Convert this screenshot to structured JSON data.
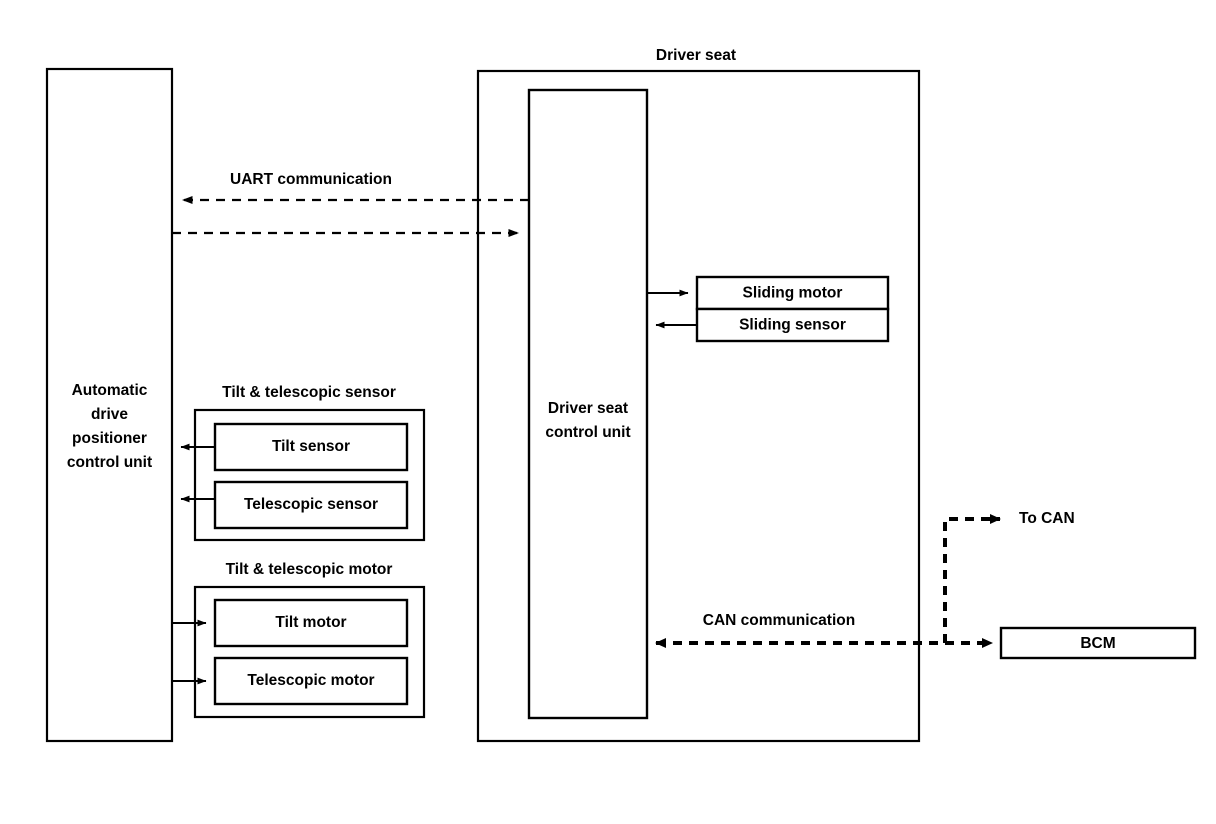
{
  "diagram": {
    "title_driver_seat": "Driver seat",
    "blocks": {
      "adp_control_unit": {
        "lines": [
          "Automatic",
          "drive",
          "positioner",
          "control unit"
        ]
      },
      "driver_seat_control_unit": {
        "lines": [
          "Driver seat",
          "control unit"
        ]
      },
      "tilt_telescopic_sensor_group": {
        "label": "Tilt & telescopic sensor",
        "items": [
          "Tilt sensor",
          "Telescopic sensor"
        ]
      },
      "tilt_telescopic_motor_group": {
        "label": "Tilt & telescopic motor",
        "items": [
          "Tilt motor",
          "Telescopic motor"
        ]
      },
      "sliding_group": {
        "items": [
          "Sliding motor",
          "Sliding sensor"
        ]
      },
      "bcm": {
        "label": "BCM"
      }
    },
    "connections": {
      "uart": "UART communication",
      "can": "CAN communication",
      "to_can": "To CAN"
    }
  }
}
